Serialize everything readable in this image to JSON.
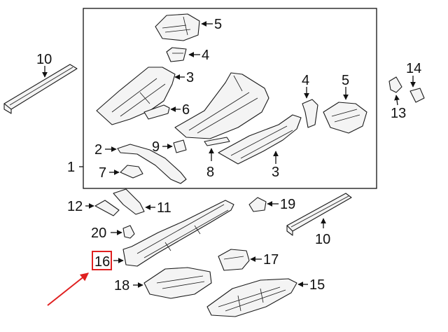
{
  "diagram": {
    "assembly_label": "1",
    "callouts": {
      "c2": "2",
      "c3a": "3",
      "c3b": "3",
      "c4a": "4",
      "c4b": "4",
      "c5a": "5",
      "c5b": "5",
      "c6": "6",
      "c7": "7",
      "c8": "8",
      "c9": "9",
      "c10a": "10",
      "c10b": "10",
      "c11": "11",
      "c12": "12",
      "c13": "13",
      "c14": "14",
      "c15": "15",
      "c16": "16",
      "c17": "17",
      "c18": "18",
      "c19": "19",
      "c20": "20"
    },
    "highlight": {
      "callout": "16",
      "color": "#e02020"
    }
  }
}
